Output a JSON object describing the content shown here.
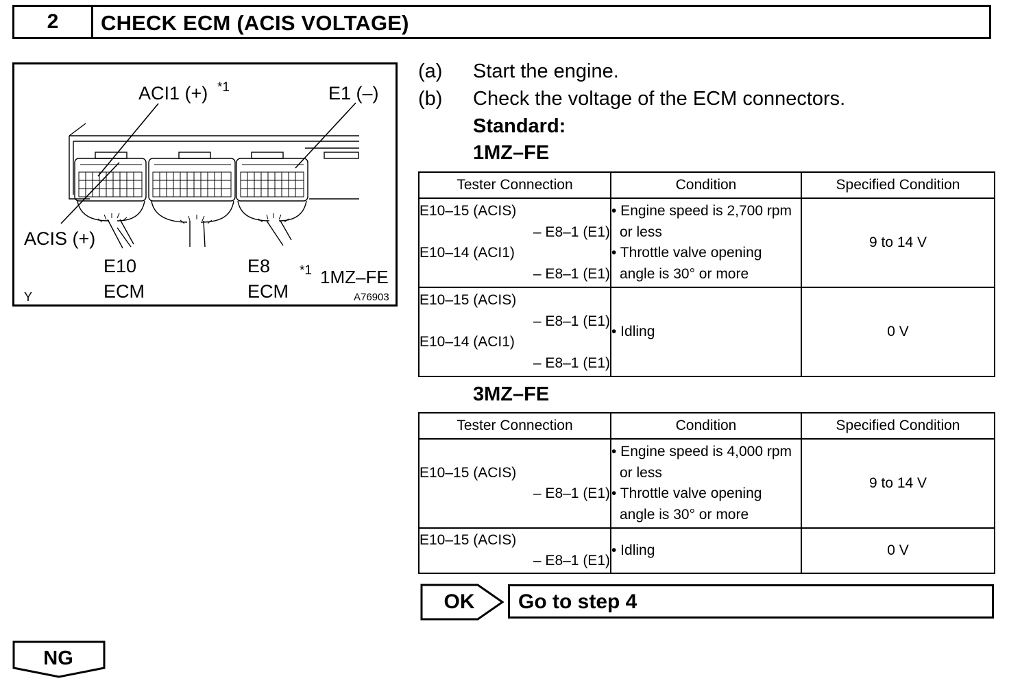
{
  "header": {
    "step_number": "2",
    "title": "CHECK ECM (ACIS VOLTAGE)"
  },
  "figure": {
    "label_aci1": "ACI1 (+)",
    "label_aci1_sup": "*1",
    "label_e1": "E1 (–)",
    "label_acis": "ACIS (+)",
    "label_e10": "E10",
    "label_e10_ecm": "ECM",
    "label_e8": "E8",
    "label_e8_ecm": "ECM",
    "footnote_sup": "*1",
    "footnote_text": "1MZ–FE",
    "corner_mark": "Y",
    "figure_code": "A76903"
  },
  "steps": [
    {
      "marker": "(a)",
      "text": "Start the engine."
    },
    {
      "marker": "(b)",
      "text": "Check the voltage of the ECM connectors."
    }
  ],
  "standard_label": "Standard:",
  "headers": [
    "Tester Connection",
    "Condition",
    "Specified Condition"
  ],
  "table_1mz": {
    "engine": "1MZ–FE",
    "rows": [
      {
        "connection": [
          "E10–15 (ACIS)",
          "– E8–1 (E1)",
          "E10–14 (ACI1)",
          "– E8–1 (E1)"
        ],
        "conditions": [
          "• Engine speed is 2,700 rpm or less",
          "• Throttle valve opening angle is 30° or more"
        ],
        "specified": "9 to 14 V"
      },
      {
        "connection": [
          "E10–15 (ACIS)",
          "– E8–1 (E1)",
          "E10–14 (ACI1)",
          "– E8–1 (E1)"
        ],
        "conditions": [
          "• Idling"
        ],
        "specified": "0 V"
      }
    ]
  },
  "table_3mz": {
    "engine": "3MZ–FE",
    "rows": [
      {
        "connection": [
          "E10–15 (ACIS)",
          "– E8–1 (E1)"
        ],
        "conditions": [
          "• Engine speed is 4,000 rpm or less",
          "• Throttle valve opening angle is 30° or more"
        ],
        "specified": "9 to 14 V"
      },
      {
        "connection": [
          "E10–15 (ACIS)",
          "– E8–1 (E1)"
        ],
        "conditions": [
          "• Idling"
        ],
        "specified": "0 V"
      }
    ]
  },
  "result_ok": {
    "label": "OK",
    "action": "Go to step 4"
  },
  "result_ng": {
    "label": "NG"
  }
}
